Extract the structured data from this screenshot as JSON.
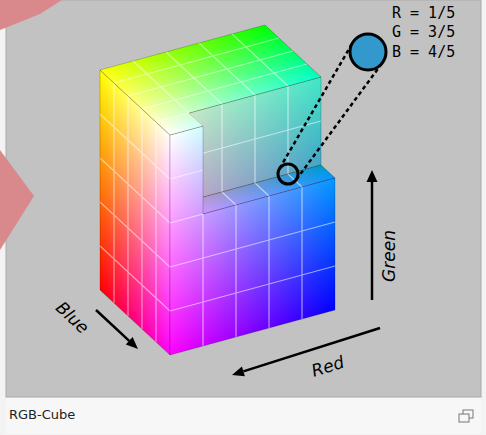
{
  "diagram": {
    "caption": "RGB-Cube",
    "labels": [
      "R = 1/5",
      "G = 3/5",
      "B = 4/5",
      "Green",
      "Blue",
      "Red"
    ]
  }
}
